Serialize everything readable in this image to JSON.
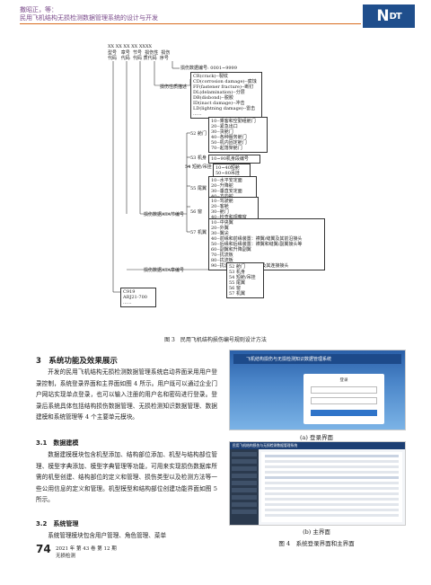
{
  "header": {
    "authors": "撒昭正，等：",
    "title": "民用飞机结构无损检测数据管理系统的设计与开发",
    "logo_main": "N",
    "logo_small": "DT"
  },
  "figure3": {
    "top_codes": "XX  XX  XX  XX   XXXX",
    "top_labels": [
      "型号",
      "章号",
      "节号",
      "损伤性",
      "损伤"
    ],
    "top_labels2": [
      "代码",
      "代码",
      "代码",
      "质代码",
      "序号"
    ],
    "serial_label": "损伤数据编号: 0001~9999",
    "nature_label": "损伤性质描述",
    "nature_items": [
      "CR(crack)--裂纹",
      "CD(corrosion damage)--腐蚀",
      "FF(fastener fracture)--断钉",
      "DL(delamination)--分层",
      "DB(disbond)--脱胶",
      "ID(inact damage)--冲击",
      "LD(lightning damage)--雷击",
      "......"
    ],
    "section_label": "损伤数据ATA节编号",
    "ch52_label": "52 舱门",
    "ch52_items": [
      "10--乘客和空勤组舱门",
      "20--紧急出口",
      "30--货舱门",
      "40--各种服务舱门",
      "50--机内固定舱门",
      "70--起落架舱门"
    ],
    "ch53_label": "53 机身",
    "ch53_items": [
      "10~90机身段编号"
    ],
    "ch54_label": "54 短舱/吊挂",
    "ch54_items": [
      "10~40短舱",
      "50~80吊挂"
    ],
    "ch55_label": "55 尾翼",
    "ch55_items": [
      "10--水平安定面",
      "20--升降舵",
      "30--垂直安定面",
      "40--方向舵"
    ],
    "ch56_label": "56 窗",
    "ch56_items": [
      "10--驾驶舱",
      "20--客舱",
      "30--舱门",
      "40--检查和观察窗"
    ],
    "ch57_label": "57 机翼",
    "ch57_items": [
      "10--中央翼",
      "20--外翼",
      "30--翼尖",
      "40--前缘和前缘装置：襟翼/缝翼及其前沿接头",
      "50--后缘和后缘装置：襟翼和缝翼/副翼接头等",
      "60--副翼和升降副翼",
      "70--扰流板",
      "80--扰流板",
      "90--扰流板/减速板等结构及其连接接头"
    ],
    "chapter_label": "损伤数据ATA章编号",
    "chapter_items": [
      "52 舱门",
      "53 机身",
      "54 短舱/吊挂",
      "55 尾翼",
      "56 窗",
      "57 机翼"
    ],
    "model_items": [
      "C919",
      "ARJ21-700",
      "......"
    ],
    "caption": "图 3　民用飞机结构损伤编号规则设计方法"
  },
  "section3": {
    "title": "3　系统功能及效果展示",
    "para1": "开发的民用飞机结构无损检测数据管理系统启动界面采用用户登录控制，系统登录界面和主界面如图 4 所示。用户既可以通过企业门户网站实现单点登录，也可以输入注册的用户名和密码进行登录。登录后系统具体包括结构损伤数据管理、无损检测知识数据管理、数据建模和系统管理等 4 个主要单元模块。",
    "sub1": "3.1　数据建模",
    "para2": "数据建模模块包含机型添加、结构部位添加、机型与结构部位管理、模型字典添加、模型字典管理等功能，可用来实现损伤数据库所需的机型创建、结构部位的定义和管理、损伤类型以及检测方法等一些公用信息的定义和管理。机型模型和结构部位创建功能界面如图 5 所示。",
    "sub2": "3.2　系统管理",
    "para3": "系统管理模块包含用户管理、角色管理、菜单"
  },
  "figure4": {
    "banner_text": "飞机结构损伤与无损检测知识数据管理系统",
    "login_title": "登录",
    "cap_a": "(a) 登录界面",
    "cap_b": "(b) 主界面",
    "caption": "图 4　系统登录界面和主界面",
    "main_top_text": "民用飞机结构损伤与无损检测数据管理系统"
  },
  "footer": {
    "page": "74",
    "issue": "2021 年 第 43 卷 第 12 期",
    "journal": "无损检测"
  }
}
